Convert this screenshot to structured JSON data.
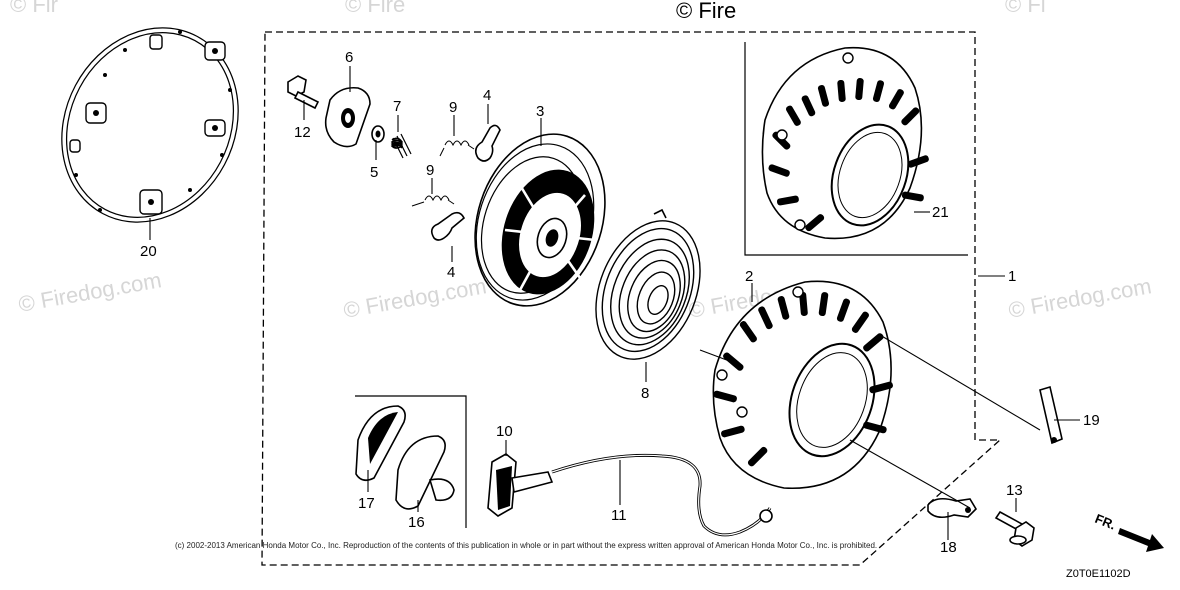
{
  "watermark": {
    "text": "© Firedog.com",
    "top_fragment_1": "© Fir",
    "top_fragment_2": "© Fire",
    "top_fragment_3": "© Fi"
  },
  "callouts": {
    "n1": "1",
    "n2": "2",
    "n3": "3",
    "n4a": "4",
    "n4b": "4",
    "n5": "5",
    "n6": "6",
    "n7": "7",
    "n8": "8",
    "n9a": "9",
    "n9b": "9",
    "n10": "10",
    "n11": "11",
    "n12": "12",
    "n13": "13",
    "n16": "16",
    "n17": "17",
    "n18": "18",
    "n19": "19",
    "n20": "20",
    "n21": "21"
  },
  "copyright": "(c) 2002-2013 American Honda Motor Co., Inc. Reproduction of the contents of this publication in whole or in part without the express written approval of American Honda Motor Co., Inc. is prohibited.",
  "diagram_code": "Z0T0E1102D",
  "direction_label": "FR."
}
